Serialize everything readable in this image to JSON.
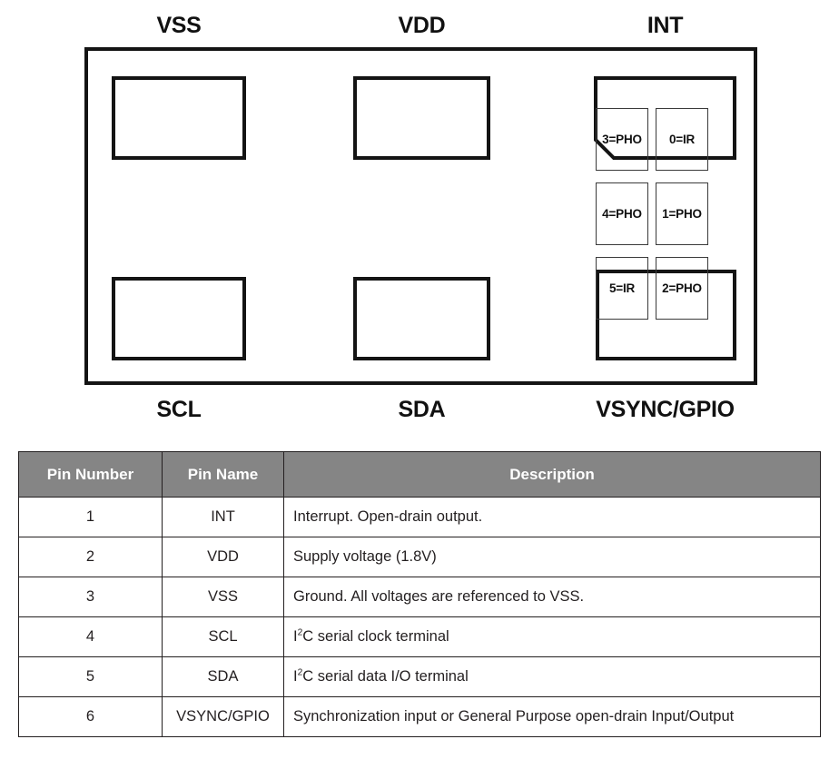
{
  "diagram": {
    "title": "sensor package pinout",
    "top_labels": [
      {
        "name": "VSS",
        "text": "VSS"
      },
      {
        "name": "VDD",
        "text": "VDD"
      },
      {
        "name": "INT",
        "text": "INT"
      }
    ],
    "bottom_labels": [
      {
        "name": "SCL",
        "text": "SCL"
      },
      {
        "name": "SDA",
        "text": "SDA"
      },
      {
        "name": "VSYNC/GPIO",
        "text": "VSYNC/GPIO"
      }
    ],
    "sensor_cells": [
      {
        "text": "3=PHO"
      },
      {
        "text": "0=IR"
      },
      {
        "text": "4=PHO"
      },
      {
        "text": "1=PHO"
      },
      {
        "text": "5=IR"
      },
      {
        "text": "2=PHO"
      }
    ],
    "colors": {
      "outline": "#141414",
      "cell_outline": "#3a3a3a",
      "background": "#ffffff",
      "text": "#111111"
    }
  },
  "table": {
    "headers": [
      "Pin Number",
      "Pin Name",
      "Description"
    ],
    "header_background": "#858585",
    "header_text_color": "#ffffff",
    "rows": [
      {
        "number": "1",
        "pin_name": "INT",
        "description_pre": "Interrupt. Open-drain output.",
        "description_sup": "",
        "description_post": ""
      },
      {
        "number": "2",
        "pin_name": "VDD",
        "description_pre": "Supply voltage (1.8V)",
        "description_sup": "",
        "description_post": ""
      },
      {
        "number": "3",
        "pin_name": "VSS",
        "description_pre": "Ground. All voltages are referenced to VSS.",
        "description_sup": "",
        "description_post": ""
      },
      {
        "number": "4",
        "pin_name": "SCL",
        "description_pre": "I",
        "description_sup": "2",
        "description_post": "C serial clock terminal"
      },
      {
        "number": "5",
        "pin_name": "SDA",
        "description_pre": "I",
        "description_sup": "2",
        "description_post": "C serial data I/O terminal"
      },
      {
        "number": "6",
        "pin_name": "VSYNC/GPIO",
        "description_pre": "Synchronization input or General Purpose open-drain Input/Output",
        "description_sup": "",
        "description_post": ""
      }
    ]
  }
}
